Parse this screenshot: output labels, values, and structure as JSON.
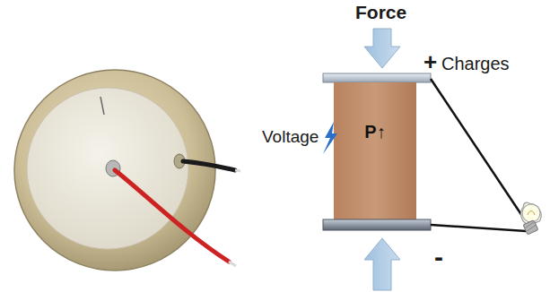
{
  "diagram": {
    "nodes": [
      {
        "text": [
          "P↑"
        ]
      }
    ],
    "labels": [
      "Force",
      "+",
      "Charges",
      "Voltage",
      "-"
    ]
  }
}
